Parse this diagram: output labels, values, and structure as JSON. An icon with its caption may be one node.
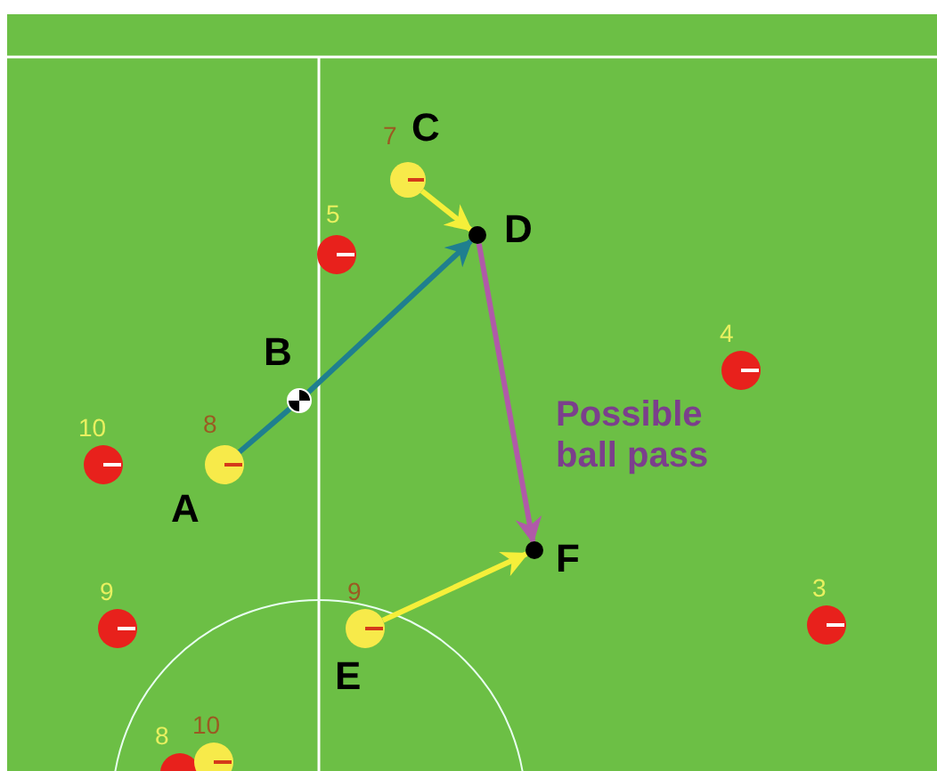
{
  "diagram": {
    "nodes": [
      {
        "text": [],
        "shape": "circle",
        "beside": [
          "7",
          "C"
        ]
      },
      {
        "text": [],
        "shape": "circle",
        "beside": [
          "D"
        ]
      },
      {
        "text": [],
        "shape": "circle",
        "beside": [
          "5"
        ]
      },
      {
        "text": [],
        "shape": "circle",
        "beside": [
          "4"
        ]
      },
      {
        "text": [],
        "shape": "circle",
        "beside": [
          "B"
        ]
      },
      {
        "text": [],
        "shape": "circle",
        "beside": [
          "10"
        ]
      },
      {
        "text": [],
        "shape": "circle",
        "beside": [
          "8",
          "A"
        ]
      },
      {
        "text": [],
        "shape": "circle",
        "beside": [
          "F"
        ]
      },
      {
        "text": [],
        "shape": "circle",
        "beside": [
          "9"
        ]
      },
      {
        "text": [],
        "shape": "circle",
        "beside": [
          "9",
          "E"
        ]
      },
      {
        "text": [],
        "shape": "circle",
        "beside": [
          "3"
        ]
      },
      {
        "text": [],
        "shape": "circle",
        "beside": [
          "8"
        ]
      },
      {
        "text": [],
        "shape": "circle",
        "beside": [
          "10"
        ]
      }
    ],
    "edges": [
      {
        "from": 6,
        "to": 4,
        "arrow": "none",
        "color": "#1f7f8f"
      },
      {
        "from": 4,
        "to": 1,
        "arrow": "to",
        "color": "#1f7f8f"
      },
      {
        "from": 0,
        "to": 1,
        "arrow": "to",
        "color": "#f5ef3a"
      },
      {
        "from": 1,
        "to": 7,
        "arrow": "to",
        "color": "#b05aa8",
        "label": "Possible ball pass"
      },
      {
        "from": 9,
        "to": 7,
        "arrow": "to",
        "color": "#f5ef3a"
      }
    ]
  }
}
